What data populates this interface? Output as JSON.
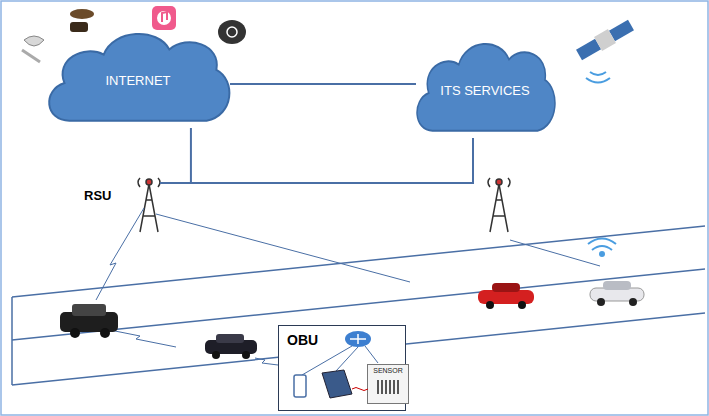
{
  "diagram": {
    "nodes": [
      {
        "text": [
          "INTERNET"
        ]
      },
      {
        "text": [
          "ITS SERVICES"
        ]
      },
      {
        "text": [
          "OBU"
        ]
      },
      {
        "text": [
          "SENSOR"
        ],
        "in": 2
      }
    ],
    "edges": [
      {
        "from": 0,
        "to": 1,
        "arrow": "none"
      },
      {
        "from": 0,
        "to": 1,
        "arrow": "none"
      }
    ],
    "labels": [
      "RSU"
    ]
  }
}
